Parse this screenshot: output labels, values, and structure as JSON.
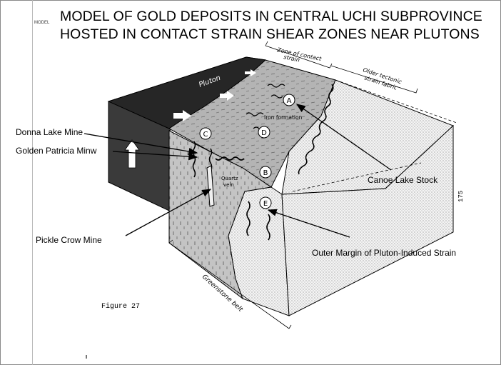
{
  "title": {
    "line1": "MODEL OF GOLD DEPOSITS IN CENTRAL UCHI SUBPROVINCE",
    "line2": "HOSTED IN CONTACT STRAIN SHEAR ZONES NEAR PLUTONS"
  },
  "corner_tag": "MODEL",
  "labels": {
    "donna_lake": "Donna Lake Mine",
    "golden_patricia": "Golden Patricia Minw",
    "canoe_lake": "Canoe Lake Stock",
    "pickle_crow": "Pickle Crow Mine",
    "outer_margin": "Outer Margin of Pluton-Induced Strain"
  },
  "diagram_text": {
    "zone_contact": "Zone of contact",
    "strain": "strain",
    "older_tectonic": "Older tectonic",
    "strain_fabric": "strain fabric",
    "pluton": "Pluton",
    "iron_formation": "Iron formation",
    "quartz": "Quartz",
    "vein": "vein",
    "greenstone_belt": "Greenstone belt",
    "circle_a": "A",
    "circle_b": "B",
    "circle_c": "C",
    "circle_d": "D",
    "circle_e": "E"
  },
  "figure_caption": "Figure 27",
  "page_number": "175"
}
